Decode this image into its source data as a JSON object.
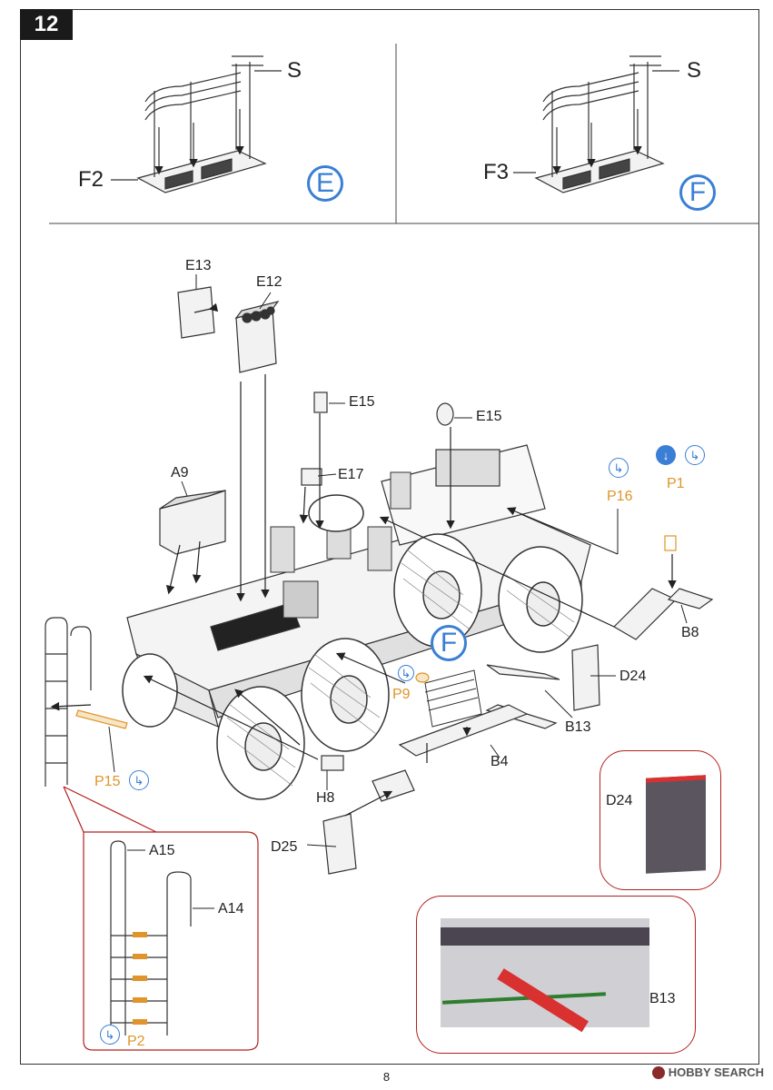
{
  "step": "12",
  "page_number": "8",
  "watermark": "HOBBY SEARCH",
  "sub_steps": [
    {
      "circle": "E",
      "labels": [
        "S",
        "F2"
      ]
    },
    {
      "circle": "F",
      "labels": [
        "S",
        "F3"
      ]
    }
  ],
  "callout_circle": "F",
  "parts": {
    "E13": "E13",
    "E12": "E12",
    "E15a": "E15",
    "E15b": "E15",
    "E17": "E17",
    "A9": "A9",
    "P16": "P16",
    "P1": "P1",
    "B8": "B8",
    "D24": "D24",
    "P9": "P9",
    "B13": "B13",
    "B4": "B4",
    "P15": "P15",
    "H8": "H8",
    "D25": "D25",
    "A15": "A15",
    "A14": "A14",
    "P2": "P2"
  },
  "details": {
    "d24": "D24",
    "b13": "B13"
  },
  "colors": {
    "accent_blue": "#3a7fd5",
    "orange": "#e0942a",
    "detail_border": "#b3201f",
    "part_red": "#d93030"
  }
}
